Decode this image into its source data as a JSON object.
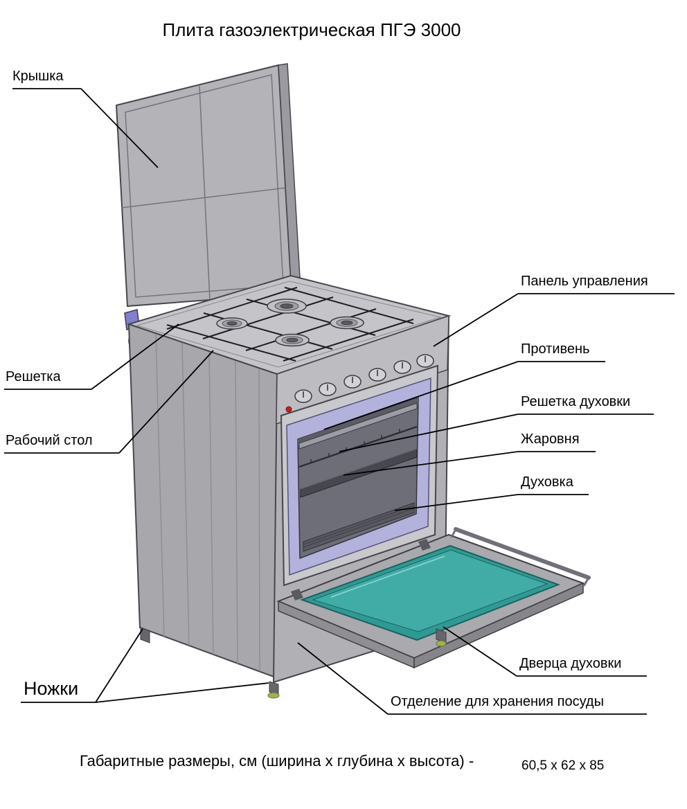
{
  "title": "Плита газоэлектрическая ПГЭ 3000",
  "labels": {
    "kryshka": "Крышка",
    "reshetka": "Решетка",
    "rabochiy_stol": "Рабочий стол",
    "nozhki": "Ножки",
    "panel_upravleniya": "Панель управления",
    "protiven": "Противень",
    "reshetka_dukhovki": "Решетка духовки",
    "zharovnya": "Жаровня",
    "dukhovka": "Духовка",
    "dvertsa_dukhovki": "Дверца духовки",
    "otdelenie_khraneniya": "Отделение для хранения посуды"
  },
  "dimensions": {
    "label": "Габаритные размеры, см (ширина x глубина x высота) -",
    "value": "60,5 x 62 x 85"
  },
  "colors": {
    "body_gray": "#b0b0b5",
    "cooktop_gray": "#c4c4c9",
    "oven_frame_purple": "#b2b2dc",
    "oven_cavity_gray": "#6e6e79",
    "door_glass_teal": "#2f9a95",
    "indicator_red": "#c32222",
    "foot_green": "#a3b04e",
    "line_black": "#000000"
  }
}
